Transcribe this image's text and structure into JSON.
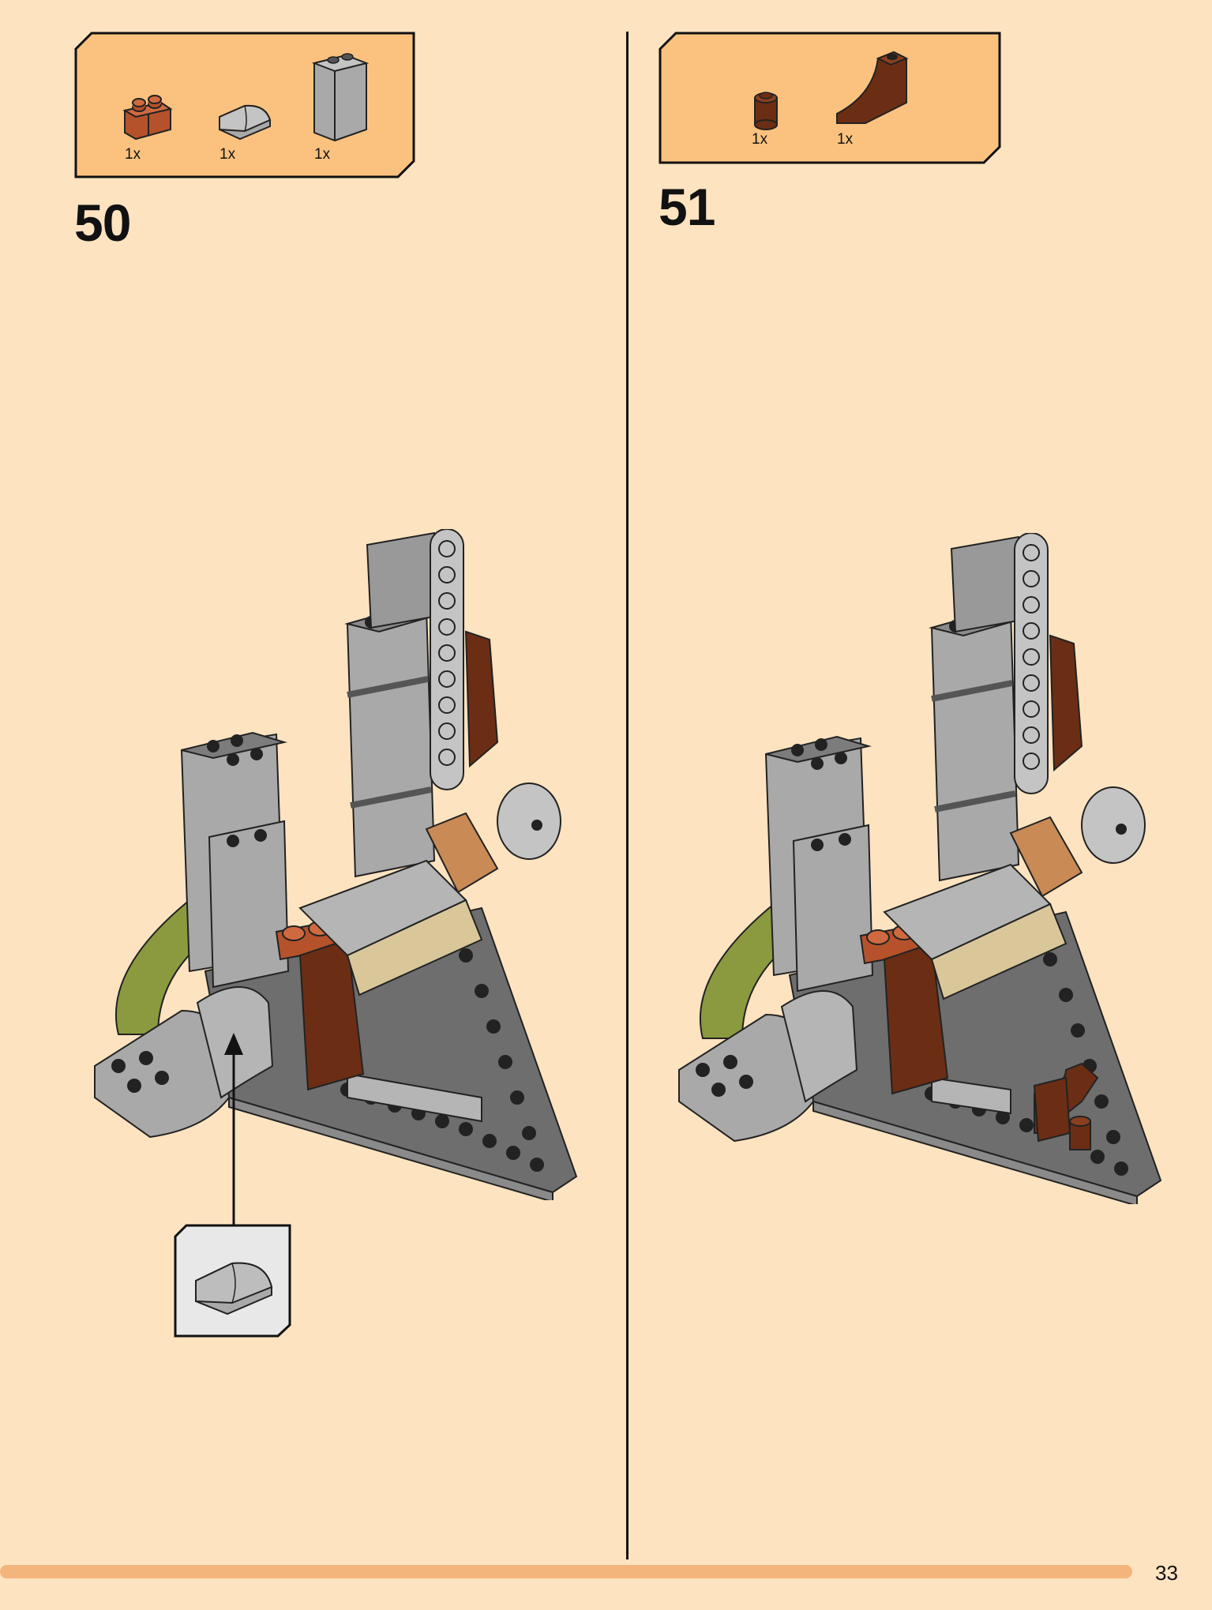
{
  "steps": [
    {
      "number": "50",
      "parts": [
        {
          "icon": "reddish-brick-1x2-icon",
          "qty": "1x",
          "color": "#b5522b"
        },
        {
          "icon": "grey-curved-slope-icon",
          "qty": "1x",
          "color": "#a9a9a9"
        },
        {
          "icon": "grey-brick-1x2x2-icon",
          "qty": "1x",
          "color": "#a9a9a9"
        }
      ],
      "callout": {
        "icon": "grey-curved-slope-icon"
      }
    },
    {
      "number": "51",
      "parts": [
        {
          "icon": "brown-round-plate-icon",
          "qty": "1x",
          "color": "#6b2e14"
        },
        {
          "icon": "brown-arch-slope-icon",
          "qty": "1x",
          "color": "#6b2e14"
        }
      ]
    }
  ],
  "page_number": "33",
  "colors": {
    "background": "#fde3c0",
    "parts_box": "#fbc27f",
    "progress_bar": "#f3b57c",
    "light_grey": "#a9a9a9",
    "dark_grey": "#6e6e6e",
    "reddish_brown": "#b5522b",
    "brown": "#6b2e14",
    "olive": "#8b9a3f"
  }
}
